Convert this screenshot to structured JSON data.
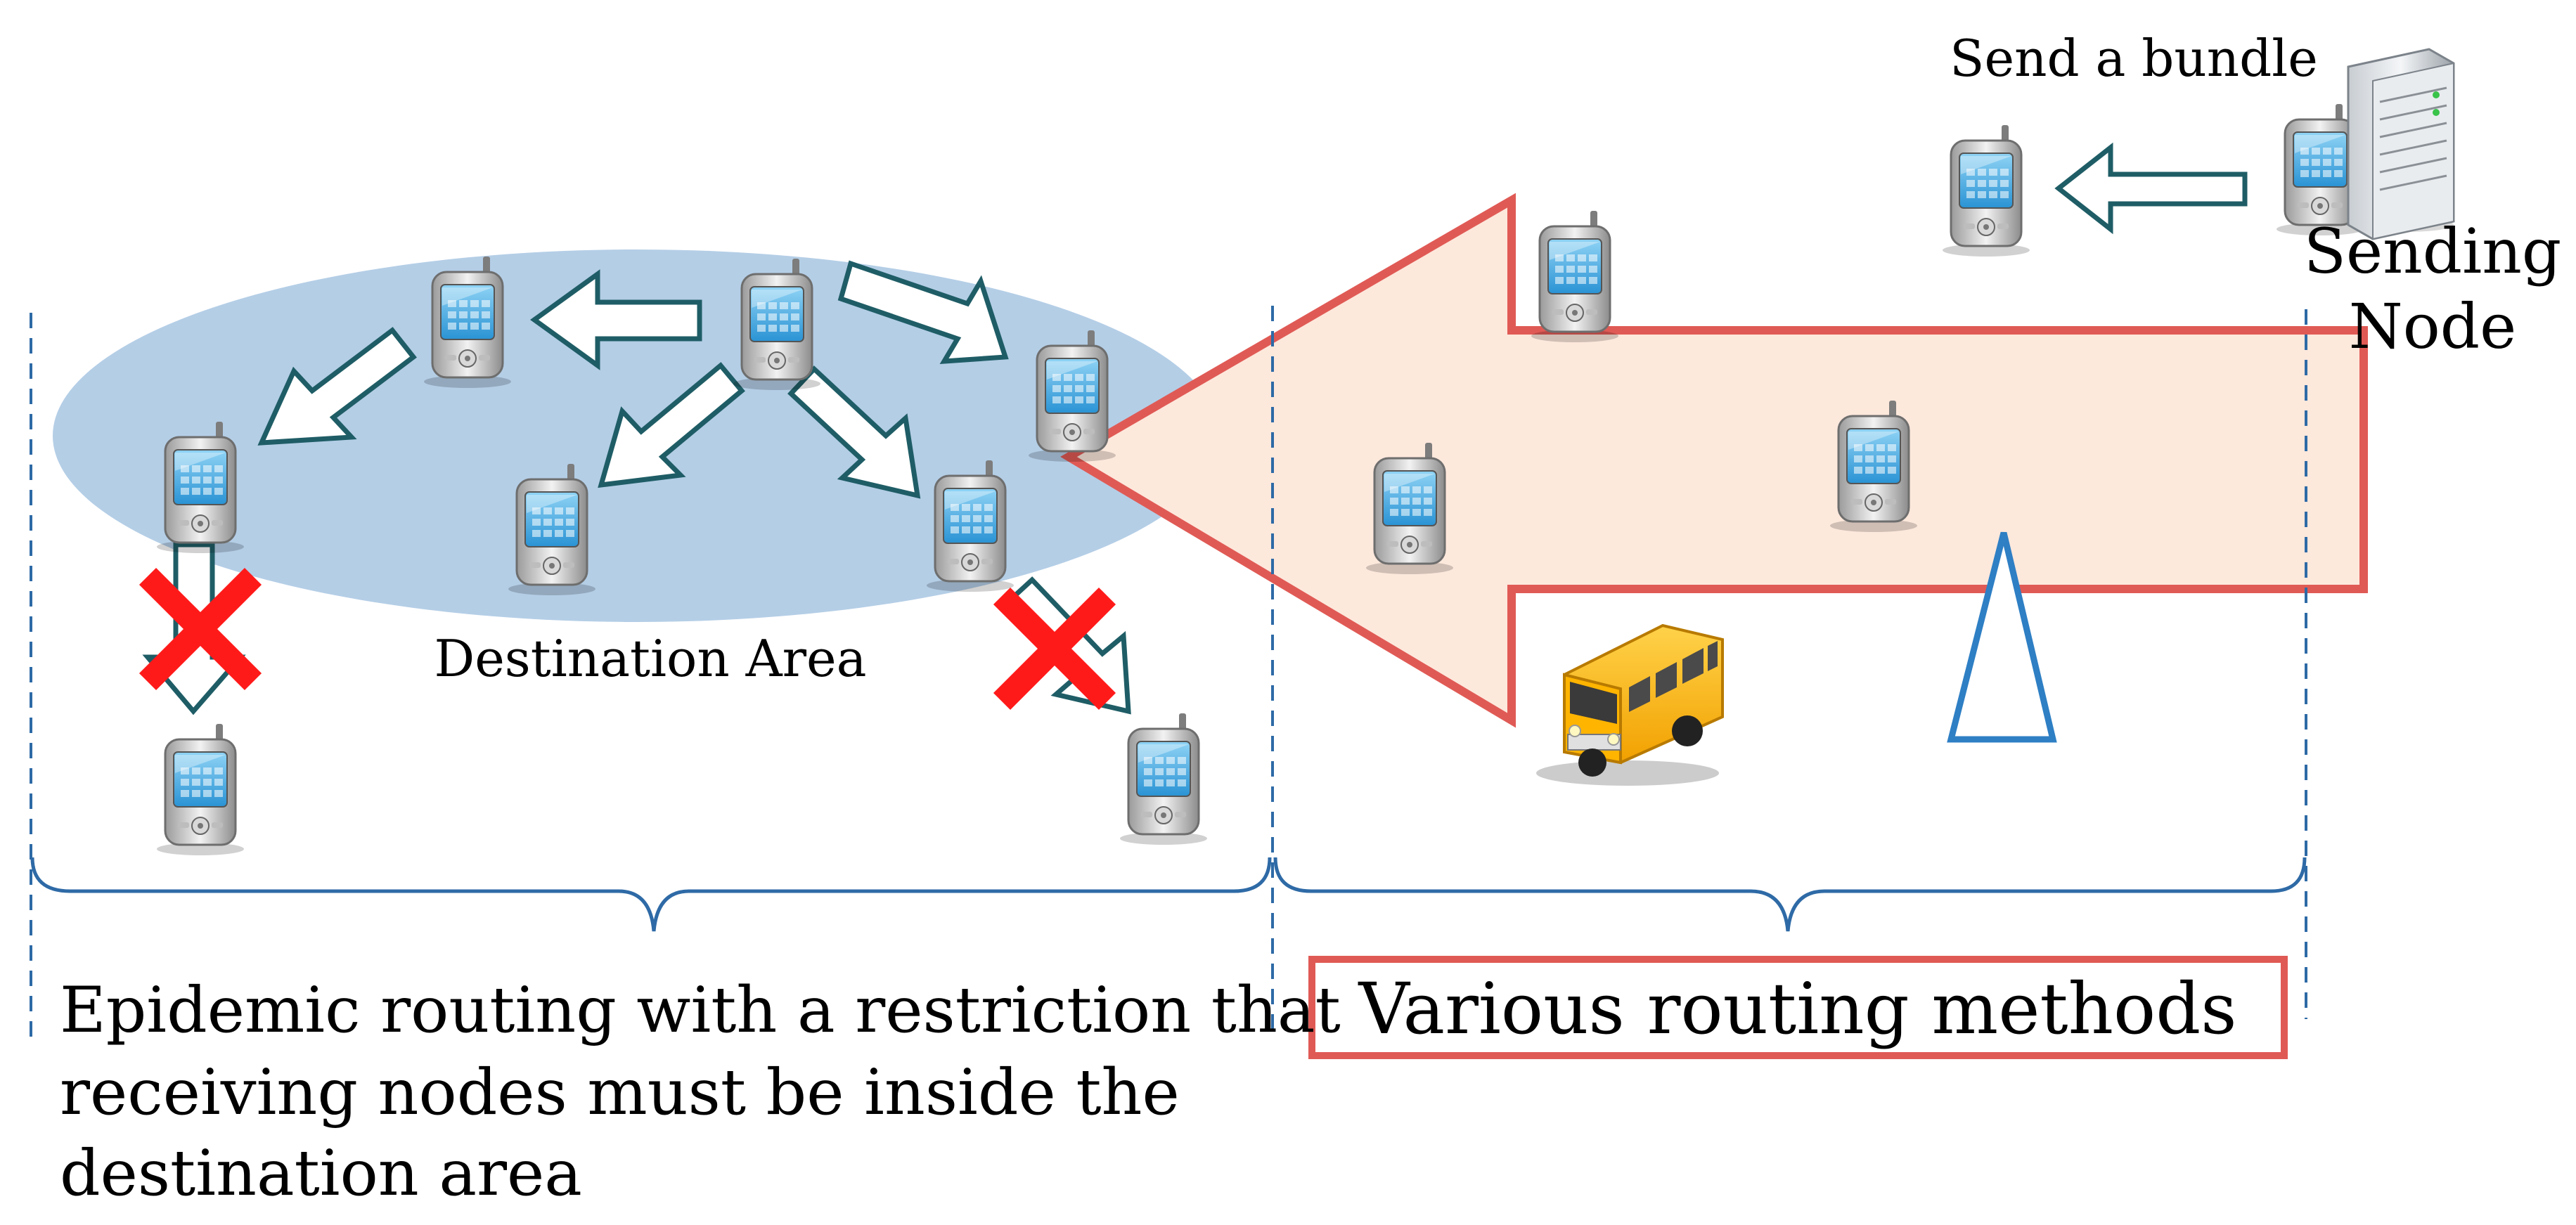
{
  "labels": {
    "send_bundle": "Send a bundle",
    "sending_node_line1": "Sending",
    "sending_node_line2": "Node",
    "destination_area": "Destination Area",
    "epidemic_line1": "Epidemic routing with a restriction that",
    "epidemic_line2": "receiving nodes must be inside the",
    "epidemic_line3": "destination area",
    "various_methods": "Various routing methods"
  },
  "icons": {
    "mobile_node": "mobile-phone-icon",
    "server": "server-icon",
    "bus": "bus-icon",
    "tower": "antenna-tower-icon",
    "blocked": "red-x-icon"
  },
  "colors": {
    "destination_area_fill": "#b4cee6",
    "big_arrow_fill": "#fde8dc",
    "big_arrow_stroke": "#e05a55",
    "small_arrow_stroke": "#1f5d66",
    "bracket": "#2e6aa6",
    "cross": "#ff1a1a",
    "tower": "#2e7fc4",
    "phone_screen": "#3ca6e0"
  }
}
